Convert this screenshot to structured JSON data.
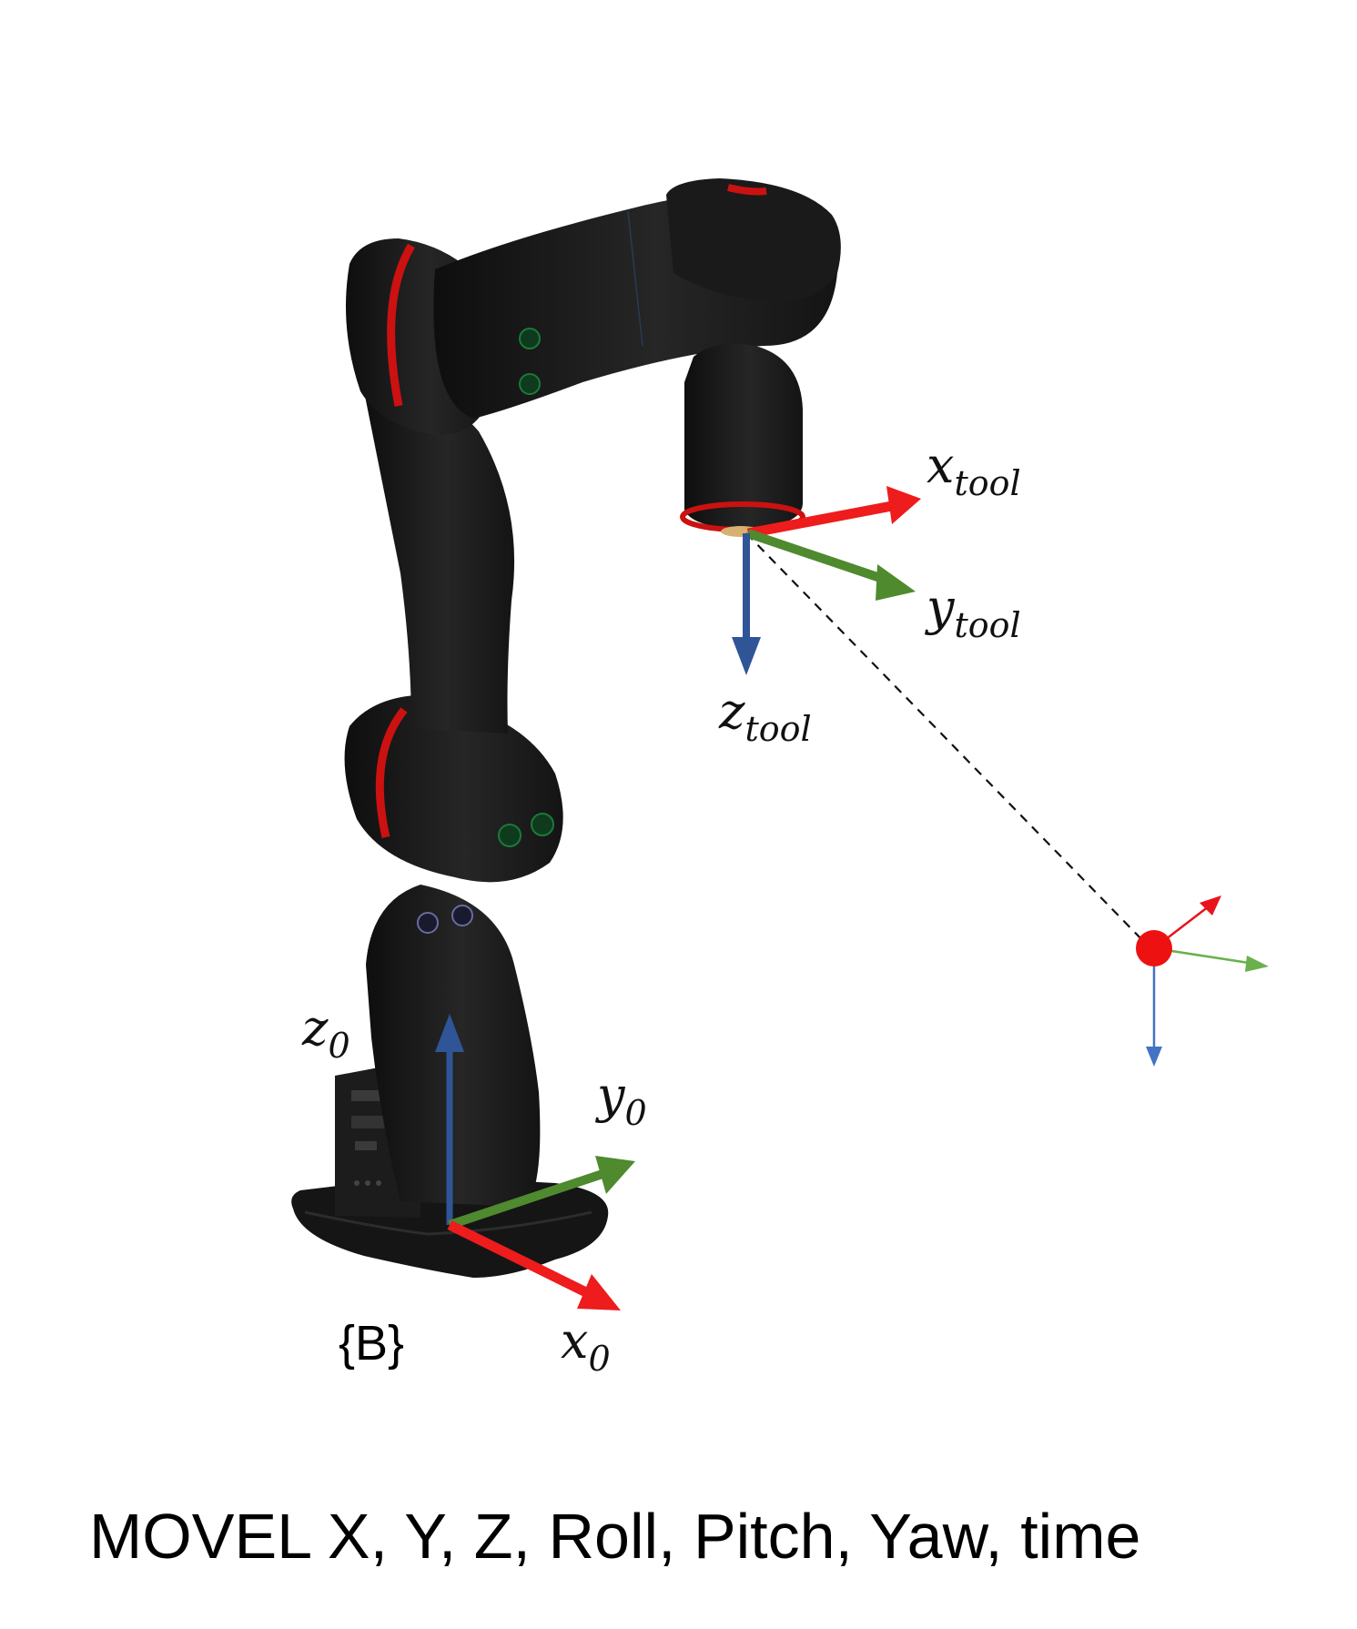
{
  "diagram": {
    "base_frame_label": "{B}",
    "base_axes": {
      "x": {
        "main": "x",
        "sub": "0"
      },
      "y": {
        "main": "y",
        "sub": "0"
      },
      "z": {
        "main": "z",
        "sub": "0"
      }
    },
    "tool_axes": {
      "x": {
        "main": "x",
        "sub": "tool"
      },
      "y": {
        "main": "y",
        "sub": "tool"
      },
      "z": {
        "main": "z",
        "sub": "tool"
      }
    },
    "caption": "MOVEL X, Y, Z, Roll, Pitch, Yaw, time"
  },
  "colors": {
    "x_axis": "#ee1c1c",
    "y_axis": "#4f8a2e",
    "z_axis": "#2f5597",
    "target_x": "#e8131b",
    "target_y": "#6ab04c",
    "target_z": "#4472c4",
    "target_point": "#ee1111",
    "robot_body": "#1e1e1e",
    "robot_ring": "#cc1111",
    "path_line": "#111111"
  },
  "icons": {
    "robot": "collaborative-robot-arm-icon",
    "target": "target-point-icon"
  }
}
